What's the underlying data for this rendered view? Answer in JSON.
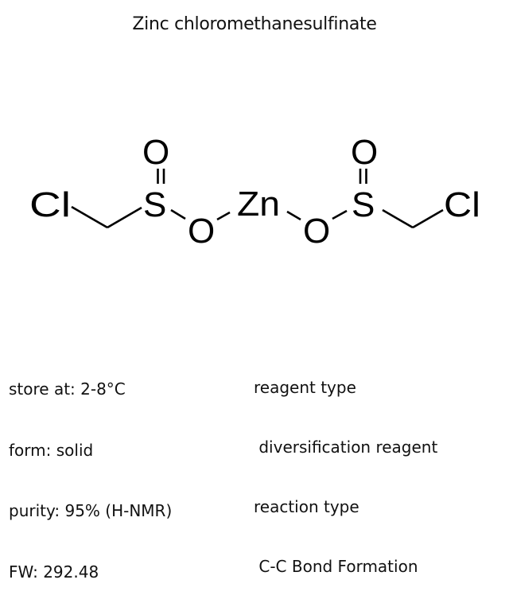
{
  "title": "Zinc chloromethanesulfinate",
  "molecule": {
    "atoms": {
      "cl_left": "Cl",
      "o_top_left": "O",
      "s_left": "S",
      "o_bridge_left": "O",
      "zn": "Zn",
      "o_bridge_right": "O",
      "s_right": "S",
      "o_top_right": "O",
      "cl_right": "Cl"
    }
  },
  "properties": {
    "store_at": "store at: 2-8°C",
    "form": "form: solid",
    "purity": "purity: 95% (H-NMR)",
    "fw": "FW: 292.48"
  },
  "classification": {
    "reagent_type_label": "reagent type",
    "reagent_type_value": " diversification reagent",
    "reaction_type_label": "reaction type",
    "reaction_type_value": " C-C Bond Formation"
  }
}
